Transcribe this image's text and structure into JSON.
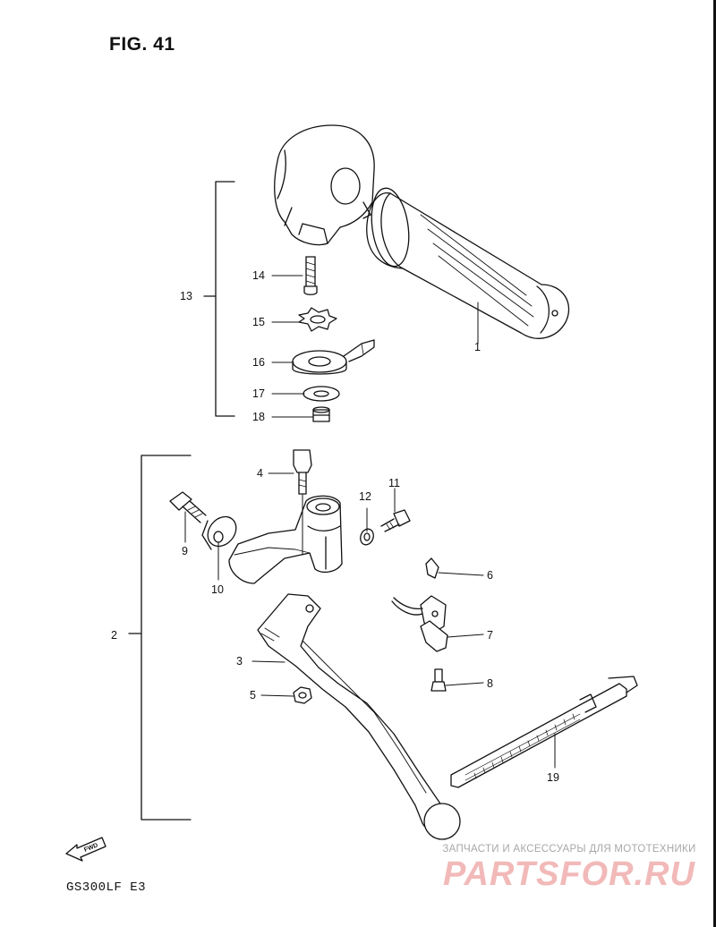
{
  "figure_title": "FIG. 41",
  "model_code": "GS300LF  E3",
  "fwd_label": "FWD",
  "watermark": {
    "tagline": "ЗАПЧАСТИ И АКСЕССУАРЫ ДЛЯ МОТОТЕХНИКИ",
    "logo_text": "PARTSFOR.RU"
  },
  "callouts": {
    "c1": "1",
    "c2": "2",
    "c3": "3",
    "c4": "4",
    "c5": "5",
    "c6": "6",
    "c7": "7",
    "c8": "8",
    "c9": "9",
    "c10": "10",
    "c11": "11",
    "c12": "12",
    "c13": "13",
    "c14": "14",
    "c15": "15",
    "c16": "16",
    "c17": "17",
    "c18": "18",
    "c19": "19"
  }
}
